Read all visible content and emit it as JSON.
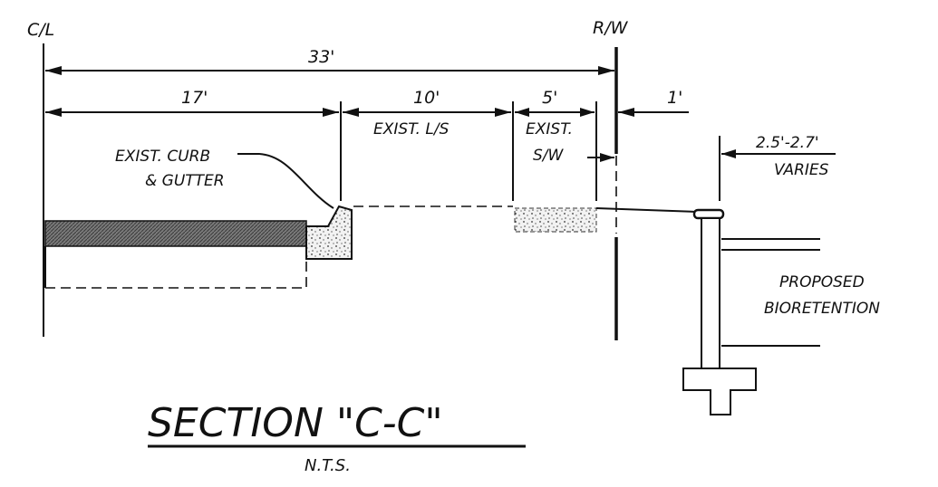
{
  "labels": {
    "centerline": "C/L",
    "right_of_way": "R/W",
    "dim_total": "33'",
    "dim_17": "17'",
    "dim_10": "10'",
    "dim_5": "5'",
    "dim_1": "1'",
    "dim_varies_value": "2.5'-2.7'",
    "dim_varies_text": "VARIES",
    "exist_ls": "EXIST. L/S",
    "exist_sw_line1": "EXIST.",
    "exist_sw_line2": "S/W",
    "curb_line1": "EXIST. CURB",
    "curb_line2": "& GUTTER",
    "proposed_line1": "PROPOSED",
    "proposed_line2": "BIORETENTION",
    "title": "SECTION \"C-C\"",
    "subtitle": "N.T.S."
  }
}
